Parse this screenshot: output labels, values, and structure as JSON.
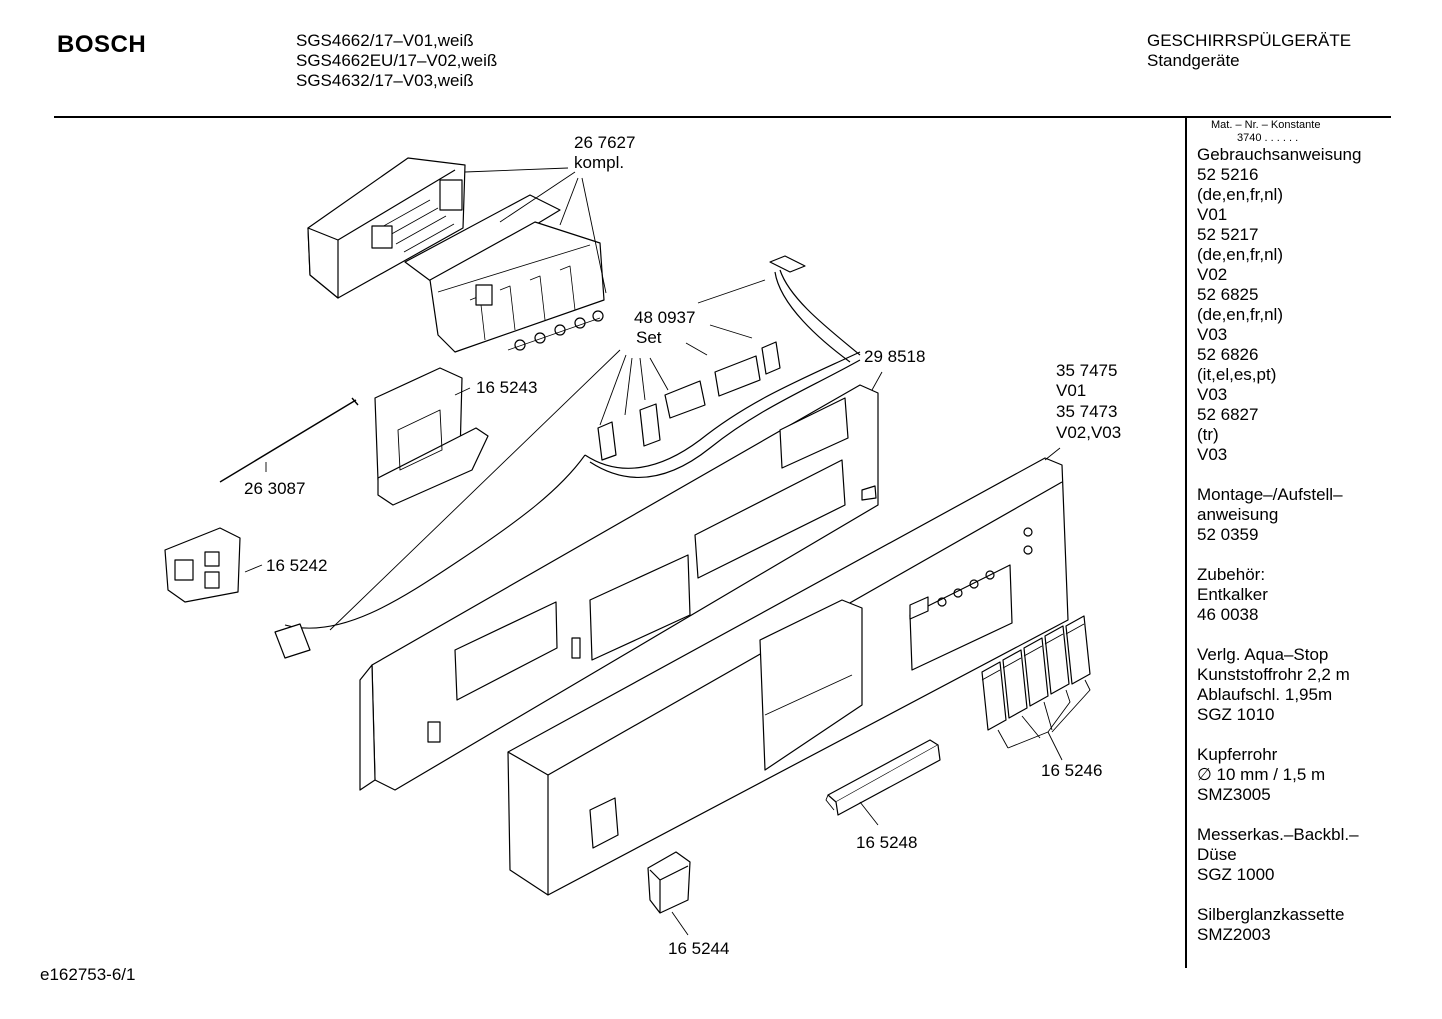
{
  "header": {
    "brand": "BOSCH",
    "models": [
      "SGS4662/17–V01,weiß",
      "SGS4662EU/17–V02,weiß",
      "SGS4632/17–V03,weiß"
    ],
    "category_title": "GESCHIRRSPÜLGERÄTE",
    "category_sub": "Standgeräte"
  },
  "sidebar": {
    "mat_label": "Mat. – Nr. – Konstante",
    "mat_value": "3740 . . . . . .",
    "groups": [
      [
        "Gebrauchsanweisung",
        "52 5216",
        "(de,en,fr,nl)",
        "V01",
        "52 5217",
        "(de,en,fr,nl)",
        "V02",
        "52 6825",
        "(de,en,fr,nl)",
        "V03",
        "52 6826",
        "(it,el,es,pt)",
        "V03",
        "52 6827",
        "(tr)",
        "V03"
      ],
      [
        "Montage–/Aufstell–",
        "anweisung",
        "52 0359"
      ],
      [
        "Zubehör:",
        "Entkalker",
        "46 0038"
      ],
      [
        "Verlg. Aqua–Stop",
        "Kunststoffrohr 2,2 m",
        "Ablaufschl. 1,95m",
        "SGZ 1010"
      ],
      [
        "Kupferrohr",
        "∅ 10 mm / 1,5 m",
        "SMZ3005"
      ],
      [
        "Messerkas.–Backbl.–",
        "Düse",
        "SGZ 1000"
      ],
      [
        "Silberglanzkassette",
        "SMZ2003"
      ]
    ]
  },
  "parts": {
    "p267627": "26 7627",
    "p267627_note": "kompl.",
    "p480937": "48 0937",
    "p480937_note": "Set",
    "p298518": "29 8518",
    "p357475": "35 7475",
    "p357475_v": "V01",
    "p357473": "35 7473",
    "p357473_v": "V02,V03",
    "p165243": "16 5243",
    "p263087": "26 3087",
    "p165242": "16 5242",
    "p165246": "16 5246",
    "p165248": "16 5248",
    "p165244": "16 5244"
  },
  "footer": {
    "doc_id": "e162753-6/1"
  }
}
